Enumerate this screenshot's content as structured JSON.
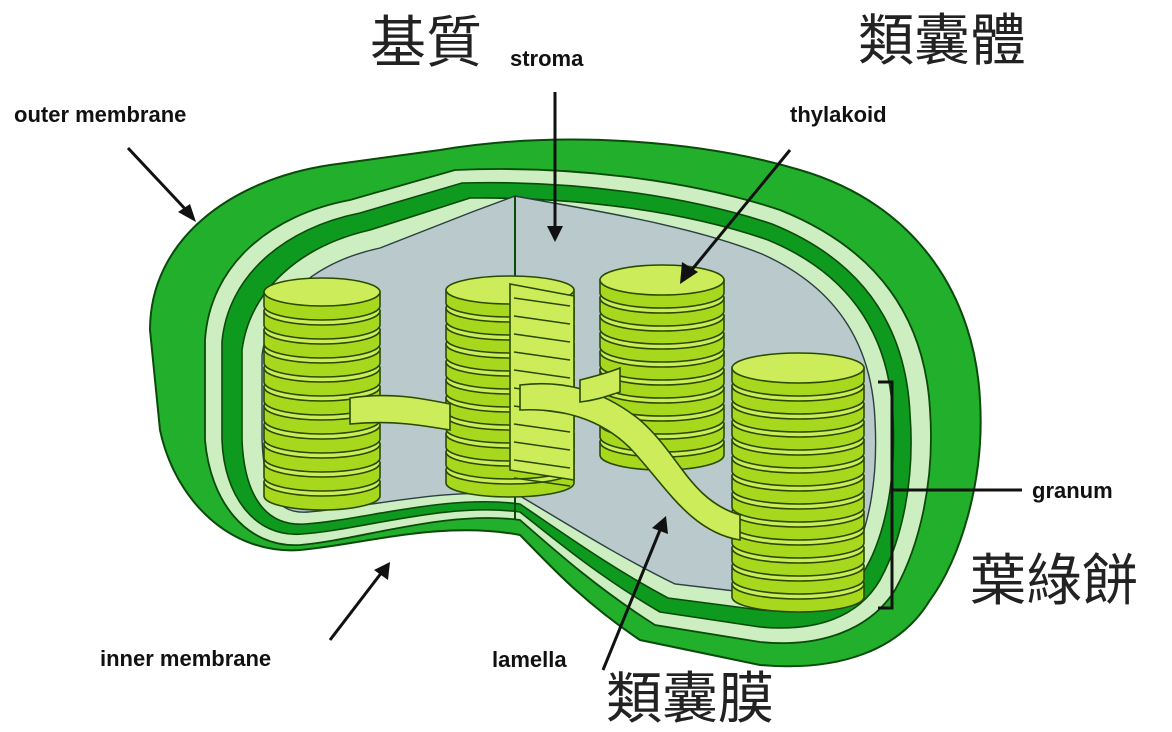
{
  "colors": {
    "outer_membrane": "#22b02c",
    "inner_band": "#0d9a1f",
    "pale_membrane": "#cdeec0",
    "stroma": "#b9c9cc",
    "disc_top": "#cdec5a",
    "disc_side": "#a8d81e",
    "outline": "#2a4a00"
  },
  "labels": {
    "stroma_zh": "基質",
    "stroma_en": "stroma",
    "thylakoid_zh": "類囊體",
    "thylakoid_en": "thylakoid",
    "outer_membrane_en": "outer membrane",
    "granum_en": "granum",
    "granum_zh": "葉綠餅",
    "inner_membrane_en": "inner membrane",
    "lamella_en": "lamella",
    "lamella_zh": "類囊膜"
  },
  "icons": [
    "arrow-icon",
    "bracket-icon"
  ]
}
